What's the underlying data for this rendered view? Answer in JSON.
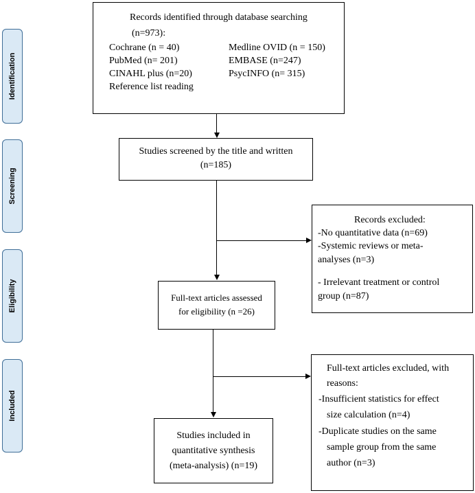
{
  "phases": {
    "identification": "Identification",
    "screening": "Screening",
    "eligibility": "Eligibility",
    "included": "Included"
  },
  "identified": {
    "title": "Records identified through database searching",
    "count": "(n=973):",
    "col1": [
      "Cochrane (n = 40)",
      "PubMed (n= 201)",
      "CINAHL plus (n=20)",
      "Reference list reading"
    ],
    "col2": [
      "Medline OVID (n = 150)",
      "EMBASE (n=247)",
      "PsycINFO (n= 315)"
    ]
  },
  "screened": {
    "line1": "Studies screened by the title and written",
    "line2": "(n=185)"
  },
  "excluded": {
    "title": "Records excluded:",
    "lines": [
      "-No quantitative data (n=69)",
      "-Systemic reviews or meta-",
      "analyses (n=3)",
      "- Irrelevant treatment or control",
      "group (n=87)"
    ]
  },
  "assessed": {
    "line1": "Full-text articles assessed",
    "line2": "for eligibility (n =26)"
  },
  "fulltext_excluded": {
    "lines": [
      "Full-text articles excluded, with",
      "reasons:",
      "-Insufficient statistics for effect",
      "size calculation (n=4)",
      "-Duplicate studies on the same",
      "sample group from the same",
      "author (n=3)"
    ]
  },
  "included": {
    "lines": [
      "Studies included in",
      "quantitative synthesis",
      "(meta-analysis) (n=19)"
    ]
  }
}
